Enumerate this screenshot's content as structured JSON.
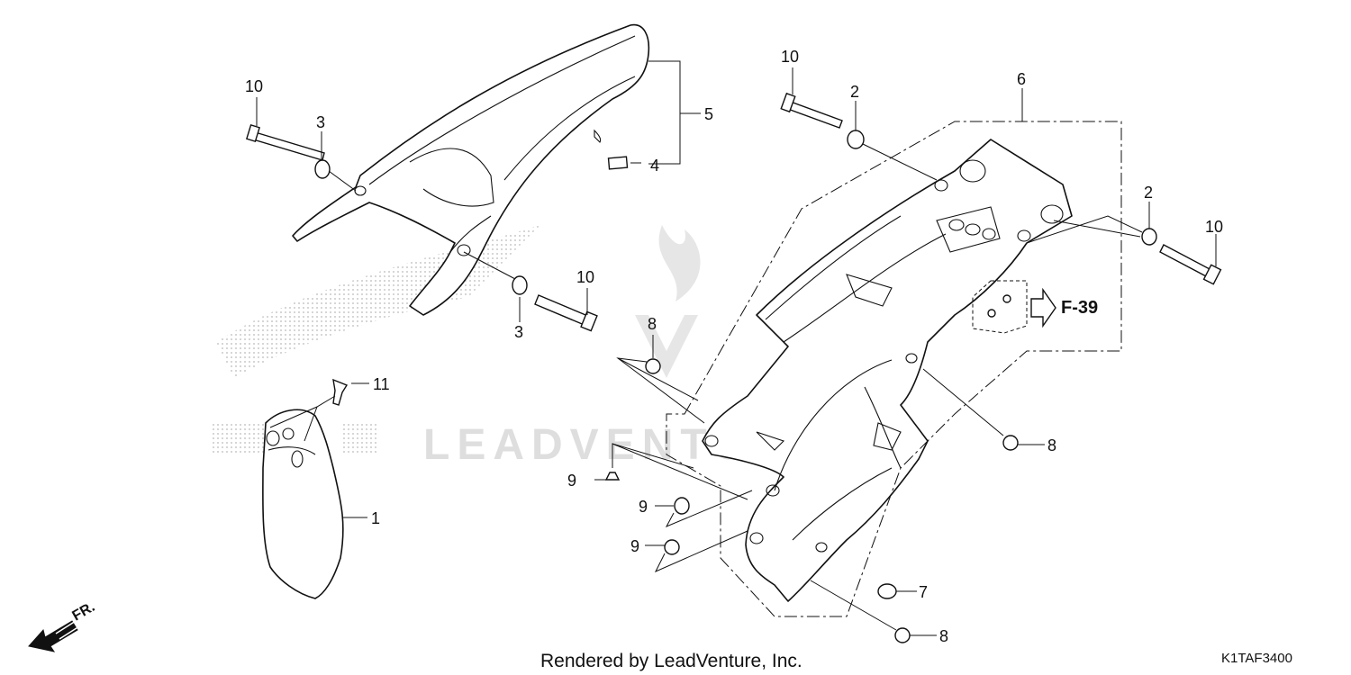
{
  "callouts": {
    "c1": "1",
    "c2a": "2",
    "c2b": "2",
    "c3a": "3",
    "c3b": "3",
    "c4": "4",
    "c5": "5",
    "c6": "6",
    "c7": "7",
    "c8a": "8",
    "c8b": "8",
    "c8c": "8",
    "c9a": "9",
    "c9b": "9",
    "c9c": "9",
    "c10a": "10",
    "c10b": "10",
    "c10c": "10",
    "c10d": "10",
    "c11": "11"
  },
  "reference": "F-39",
  "direction_label": "FR.",
  "credit": "Rendered by LeadVenture, Inc.",
  "diagram_code": "K1TAF3400",
  "watermark_text": "LEADVENTURE"
}
